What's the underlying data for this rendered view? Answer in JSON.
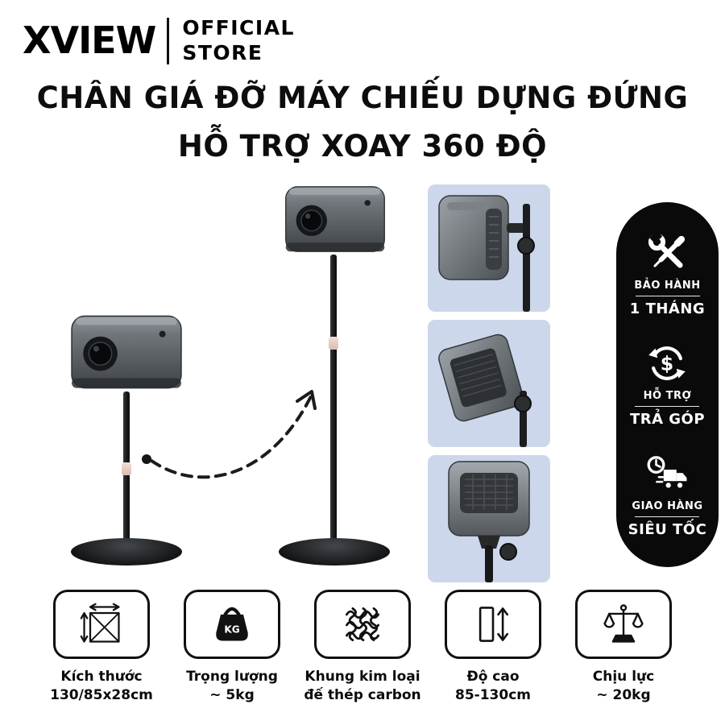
{
  "header": {
    "brand": "XVIEW",
    "store_line1": "OFFICIAL",
    "store_line2": "STORE"
  },
  "title": {
    "line1": "CHÂN GIÁ ĐỠ MÁY CHIẾU DỰNG ĐỨNG",
    "line2": "HỖ TRỢ XOAY 360 ĐỘ"
  },
  "service_badges": [
    {
      "icon": "repair-tools-icon",
      "label": "BẢO HÀNH",
      "value": "1 THÁNG"
    },
    {
      "icon": "installment-dollar-icon",
      "label": "HỖ TRỢ",
      "value": "TRẢ GÓP"
    },
    {
      "icon": "fast-delivery-truck-icon",
      "label": "GIAO HÀNG",
      "value": "SIÊU TỐC"
    }
  ],
  "installment_icon_text": "$",
  "weight_icon_text": "KG",
  "specs": [
    {
      "icon": "dimensions-icon",
      "label": "Kích thước",
      "value": "130/85x28cm"
    },
    {
      "icon": "weight-kg-icon",
      "label": "Trọng lượng",
      "value": "~ 5kg"
    },
    {
      "icon": "carbon-mesh-icon",
      "label": "Khung kim loại",
      "value": "đế thép carbon"
    },
    {
      "icon": "height-range-icon",
      "label": "Độ cao",
      "value": "85-130cm"
    },
    {
      "icon": "load-capacity-icon",
      "label": "Chịu lực",
      "value": "~ 20kg"
    }
  ],
  "colors": {
    "panel_bg": "#ccd7eb",
    "badge_bg": "#0a0a0a",
    "accent_black": "#111111"
  }
}
